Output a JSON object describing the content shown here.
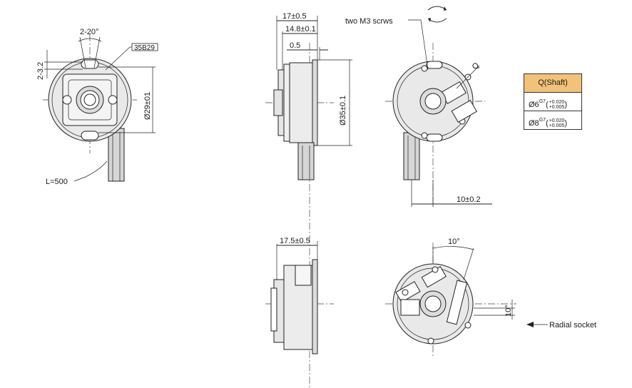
{
  "labels": {
    "angle_2_20": "2-20°",
    "part_no": "35B29",
    "dim_2_3_2": "2-3.2",
    "dim_29": "Ø29±01",
    "cable_len": "L=500",
    "dim_17": "17±0.5",
    "dim_14_8": "14.8±0.1",
    "dim_0_5": "0.5",
    "dim_35": "Ø35±0.1",
    "screws": "two M3 scrws",
    "shaft_q": "Q",
    "dim_10": "10±0.2",
    "dim_17_5": "17.5±0.5",
    "angle_10": "10°",
    "angle_10_side": "10°",
    "radial_socket": "Radial socket"
  },
  "shaft_table": {
    "header": "Q(Shaft)",
    "rows": [
      {
        "dia": "Ø6",
        "fit": "G7",
        "tol_upper": "+0.020",
        "tol_lower": "+0.005"
      },
      {
        "dia": "Ø8",
        "fit": "G7",
        "tol_upper": "+0.020",
        "tol_lower": "+0.005"
      }
    ]
  },
  "colors": {
    "table_header": "#f2c279",
    "body_fill": "#e9e9e9",
    "line": "#222222"
  }
}
